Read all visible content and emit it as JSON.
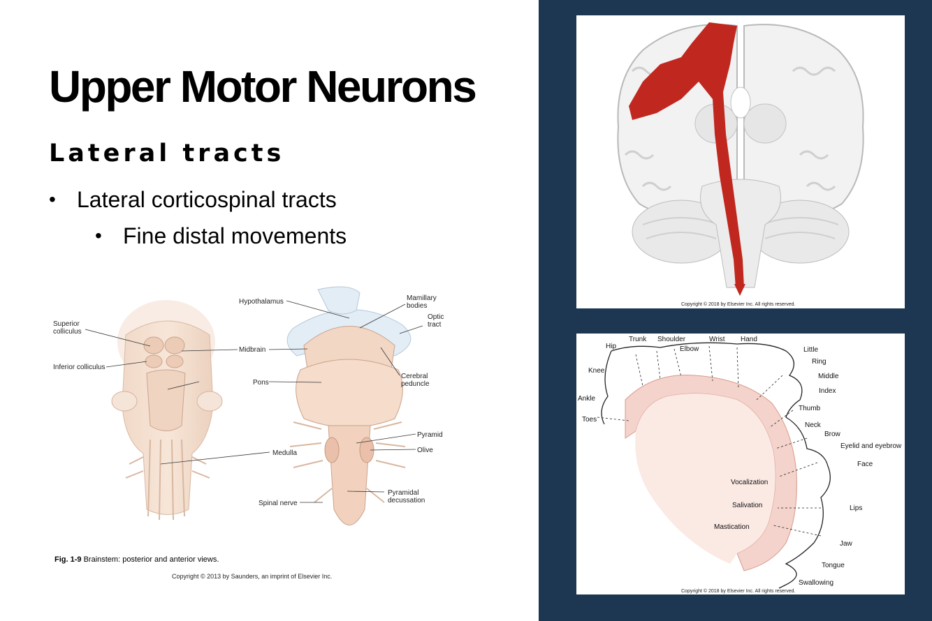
{
  "slide": {
    "title": "Upper Motor Neurons",
    "subtitle": "Lateral tracts",
    "bullets": [
      {
        "text": "Lateral corticospinal tracts"
      },
      {
        "text": "Fine distal movements"
      }
    ],
    "bullet_glyph": "•"
  },
  "brainstem_figure": {
    "labels": {
      "hypothalamus": "Hypothalamus",
      "mamillary_bodies_1": "Mamillary",
      "mamillary_bodies_2": "bodies",
      "optic_tract_1": "Optic",
      "optic_tract_2": "tract",
      "superior_colliculus_1": "Superior",
      "superior_colliculus_2": "colliculus",
      "midbrain": "Midbrain",
      "inferior_colliculus": "Inferior colliculus",
      "cerebral_peduncle_1": "Cerebral",
      "cerebral_peduncle_2": "peduncle",
      "pons": "Pons",
      "pyramid": "Pyramid",
      "olive": "Olive",
      "medulla": "Medulla",
      "pyramidal_decussation_1": "Pyramidal",
      "pyramidal_decussation_2": "decussation",
      "spinal_nerve": "Spinal nerve"
    },
    "caption_number": "Fig. 1-9",
    "caption_text": " Brainstem: posterior and anterior views.",
    "copyright": "Copyright © 2013 by Saunders, an imprint of Elsevier Inc."
  },
  "coronal_figure": {
    "copyright": "Copyright © 2018 by Elsevier Inc. All rights reserved.",
    "tract_color": "#c0271f"
  },
  "homunculus_figure": {
    "labels": {
      "trunk": "Trunk",
      "shoulder": "Shoulder",
      "wrist": "Wrist",
      "hand": "Hand",
      "hip": "Hip",
      "elbow": "Elbow",
      "little": "Little",
      "ring": "Ring",
      "knee": "Knee",
      "middle": "Middle",
      "index": "Index",
      "ankle": "Ankle",
      "thumb": "Thumb",
      "toes": "Toes",
      "neck": "Neck",
      "brow": "Brow",
      "eyelid": "Eyelid and eyebrow",
      "face": "Face",
      "vocalization": "Vocalization",
      "salivation": "Salivation",
      "lips": "Lips",
      "mastication": "Mastication",
      "jaw": "Jaw",
      "tongue": "Tongue",
      "swallowing": "Swallowing"
    },
    "copyright": "Copyright © 2018 by Elsevier Inc. All rights reserved."
  },
  "colors": {
    "panel_background": "#1d3651",
    "cortex_fill": "#f3d3cb"
  }
}
